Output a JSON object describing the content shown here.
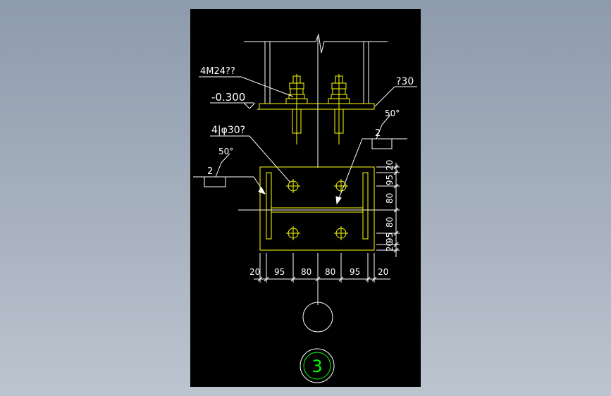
{
  "colors": {
    "background": "#000000",
    "white": "#ffffff",
    "yellow": "#ffff00",
    "green": "#00ff00"
  },
  "labels": {
    "bolts": "4M24??",
    "elevation": "-0.300",
    "plate_thickness": "?30",
    "holes": "4|φ30?",
    "weld_size_left": "2",
    "weld_angle_left": "50°",
    "weld_size_right": "2",
    "weld_angle_right": "50°",
    "detail_number": "3"
  },
  "dimensions": {
    "horizontal": [
      "20",
      "95",
      "80",
      "80",
      "95",
      "20"
    ],
    "vertical": [
      "20",
      "95",
      "80",
      "80",
      "95",
      "20"
    ]
  }
}
